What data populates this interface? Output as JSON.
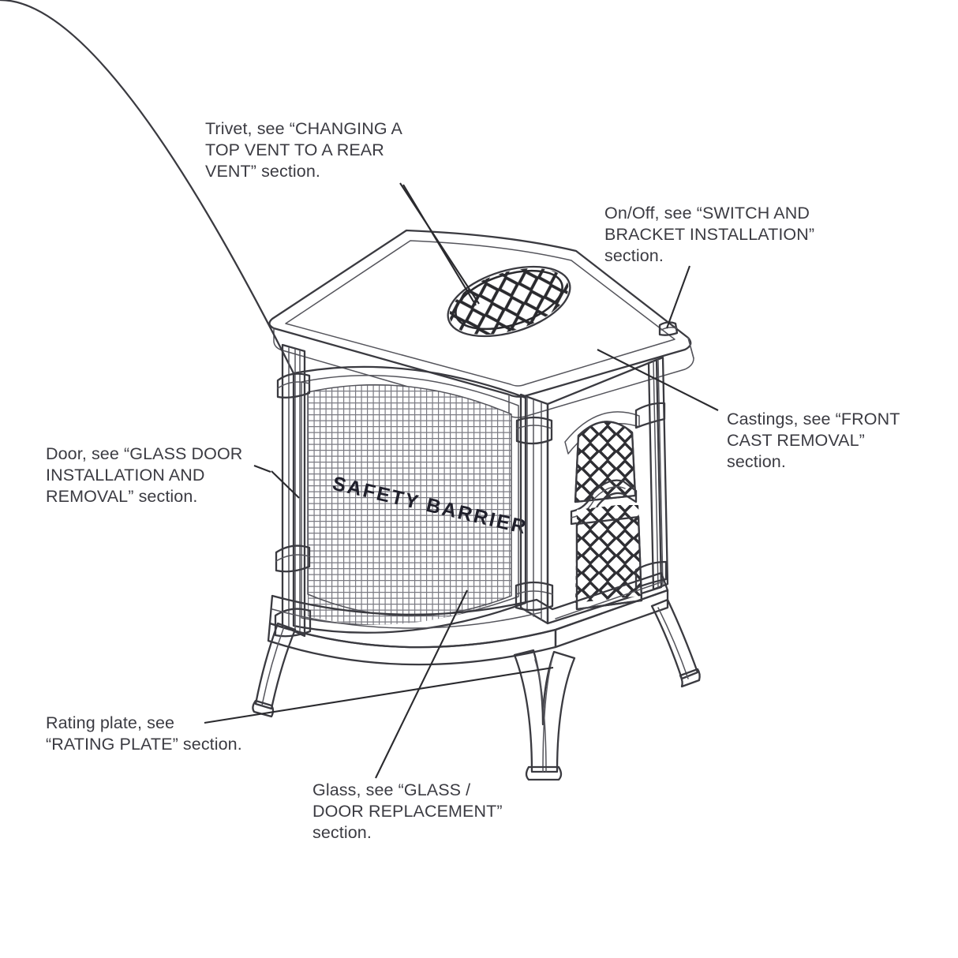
{
  "figure": {
    "type": "technical-line-diagram",
    "subject": "gas stove / fireplace insert exploded callout diagram",
    "product_marking": "SAFETY BARRIER"
  },
  "callouts": [
    {
      "id": "trivet",
      "name": "trivet-callout",
      "text": "Trivet, see “CHANGING A\nTOP VENT TO A REAR\nVENT” section.",
      "anchor": "trivet-grille-on-stove-top"
    },
    {
      "id": "onoff",
      "name": "onoff-callout",
      "text": "On/Off, see “SWITCH AND\nBRACKET INSTALLATION”\nsection.",
      "anchor": "switch-bracket-rear-top-edge"
    },
    {
      "id": "castings",
      "name": "castings-callout",
      "text": "Castings, see “FRONT\nCAST REMOVAL”\nsection.",
      "anchor": "top-casting-surface"
    },
    {
      "id": "door",
      "name": "door-callout",
      "text": "Door, see “GLASS DOOR\nINSTALLATION AND\nREMOVAL” section.",
      "anchor": "left-door-frame-edge"
    },
    {
      "id": "rating-plate",
      "name": "rating-plate-callout",
      "text": "Rating plate, see\n“RATING PLATE” section.",
      "anchor": "underside-of-base"
    },
    {
      "id": "glass",
      "name": "glass-callout",
      "text": "Glass, see “GLASS /\nDOOR REPLACEMENT”\nsection.",
      "anchor": "glass-panel-behind-safety-barrier"
    }
  ],
  "colors": {
    "text": "#3b3b42",
    "leader_line": "#2a2a2e",
    "outline": "#3a3a40",
    "background": "#ffffff",
    "mesh": "#6f6f76"
  }
}
